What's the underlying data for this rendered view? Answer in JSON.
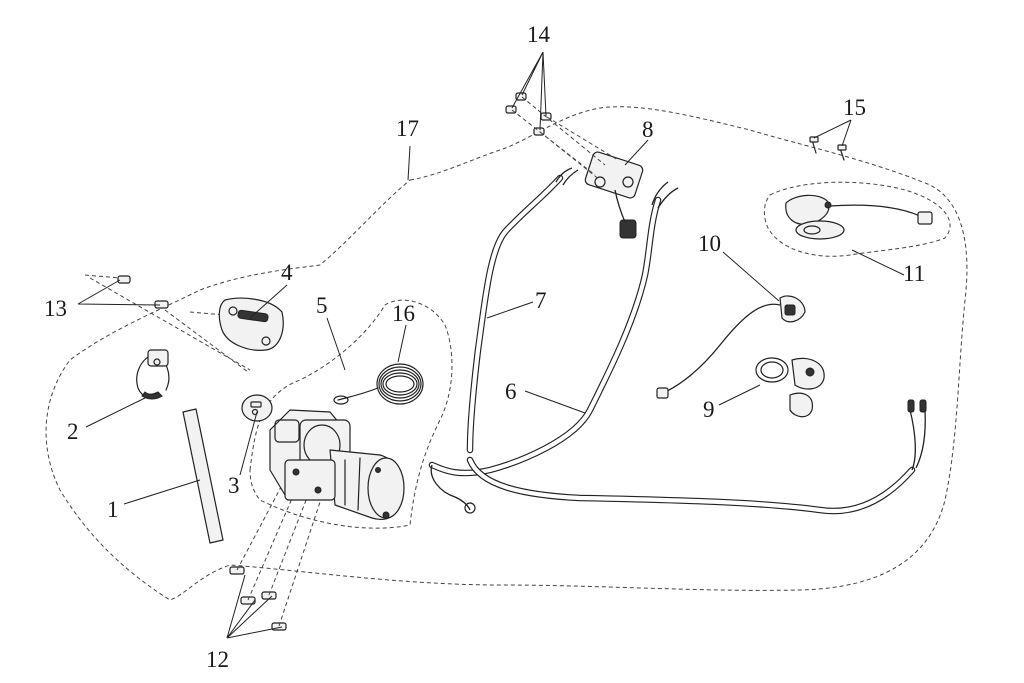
{
  "diagram": {
    "type": "exploded-parts-diagram",
    "callouts": [
      {
        "id": "c1",
        "label": "1"
      },
      {
        "id": "c2",
        "label": "2"
      },
      {
        "id": "c3",
        "label": "3"
      },
      {
        "id": "c4",
        "label": "4"
      },
      {
        "id": "c5",
        "label": "5"
      },
      {
        "id": "c6",
        "label": "6"
      },
      {
        "id": "c7",
        "label": "7"
      },
      {
        "id": "c8",
        "label": "8"
      },
      {
        "id": "c9",
        "label": "9"
      },
      {
        "id": "c10",
        "label": "10"
      },
      {
        "id": "c11",
        "label": "11"
      },
      {
        "id": "c12",
        "label": "12"
      },
      {
        "id": "c13",
        "label": "13"
      },
      {
        "id": "c14",
        "label": "14"
      },
      {
        "id": "c15",
        "label": "15"
      },
      {
        "id": "c16",
        "label": "16"
      },
      {
        "id": "c17",
        "label": "17"
      }
    ]
  }
}
